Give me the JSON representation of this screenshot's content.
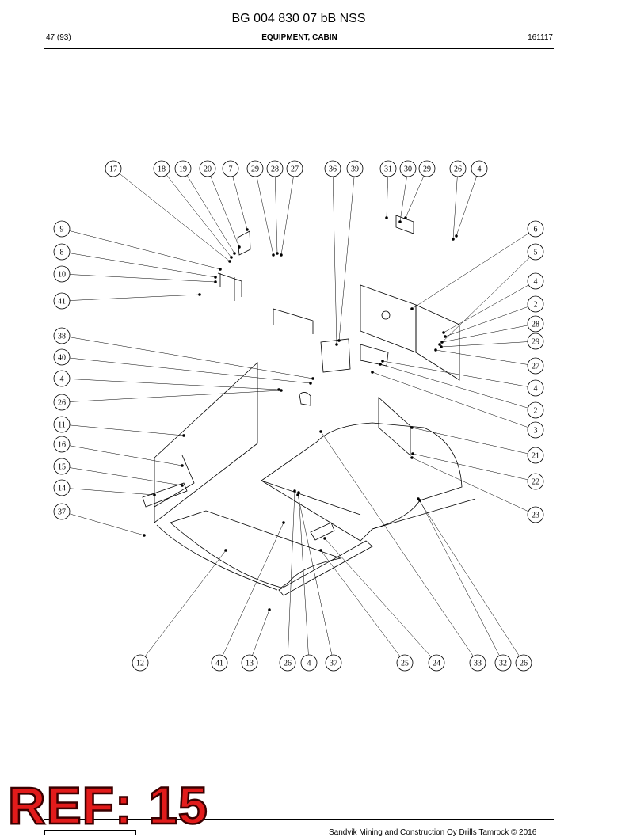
{
  "document": {
    "title": "BG 004 830 07 bB NSS",
    "page": "47 (93)",
    "section": "EQUIPMENT, CABIN",
    "code": "161117",
    "footer": "Sandvik Mining and Construction Oy Drills Tamrock © 2016"
  },
  "stamp": {
    "text": "REF: 15",
    "color": "#e21b1b"
  },
  "callouts": {
    "top": [
      "17",
      "18",
      "19",
      "20",
      "7",
      "29",
      "28",
      "27",
      "36",
      "39",
      "31",
      "30",
      "29",
      "26",
      "4"
    ],
    "left": [
      "9",
      "8",
      "10",
      "41",
      "38",
      "40",
      "4",
      "26",
      "11",
      "16",
      "15",
      "14",
      "37"
    ],
    "right": [
      "6",
      "5",
      "4",
      "2",
      "28",
      "29",
      "27",
      "4",
      "2",
      "3",
      "21",
      "22",
      "23"
    ],
    "bottom": [
      "12",
      "41",
      "13",
      "26",
      "4",
      "37",
      "25",
      "24",
      "33",
      "32",
      "26"
    ]
  }
}
